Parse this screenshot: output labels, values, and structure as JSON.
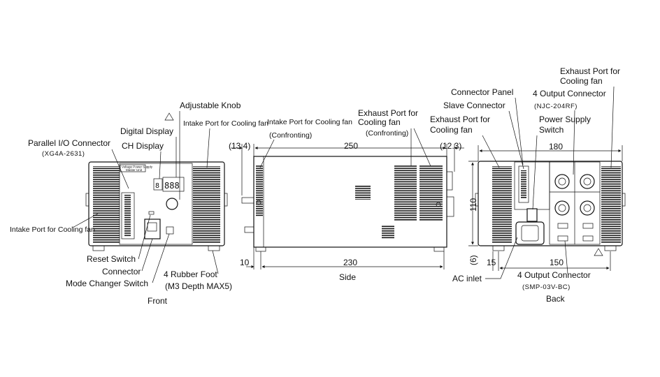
{
  "front": {
    "title": "Front",
    "parallel_io_connector": "Parallel I/O Connector",
    "parallel_io_part": "(XG4A-2631)",
    "digital_display": "Digital Display",
    "ch_display": "CH Display",
    "adjustable_knob": "Adjustable Knob",
    "intake_port_top": "Intake Port for Cooling fan",
    "intake_port_left": "Intake Port for Cooling fan",
    "reset_switch": "Reset Switch",
    "connector": "Connector",
    "mode_changer_switch": "Mode Changer Switch",
    "rubber_foot": "4 Rubber Foot",
    "rubber_foot_note": "(M3 Depth MAX5)",
    "panel_brand_1": "Voltage Power Supply",
    "panel_brand_2": "Master Unit"
  },
  "side": {
    "title": "Side",
    "intake_port": "Intake Port for Cooling fan",
    "intake_confronting": "(Confronting)",
    "exhaust_port_1": "Exhaust Port for",
    "exhaust_port_2": "Cooling fan",
    "exhaust_confronting": "(Confronting)",
    "dim_left_ext": "(13.4)",
    "dim_length": "250",
    "dim_right_ext": "(12.3)",
    "dim_body": "230",
    "dim_foot": "10"
  },
  "back": {
    "title": "Back",
    "connector_panel": "Connector Panel",
    "slave_connector": "Slave Connector",
    "exhaust_port_left_1": "Exhaust Port for",
    "exhaust_port_left_2": "Cooling fan",
    "exhaust_port_right_1": "Exhaust Port for",
    "exhaust_port_right_2": "Cooling fan",
    "output_connector_top": "4 Output Connector",
    "output_connector_top_part": "(NJC-204RF)",
    "power_supply_switch_1": "Power Supply",
    "power_supply_switch_2": "Switch",
    "ac_inlet": "AC inlet",
    "output_connector_bottom": "4 Output Connector",
    "output_connector_bottom_part": "(SMP-03V-BC)",
    "dim_width": "180",
    "dim_height": "110",
    "dim_foot_height": "(6)",
    "dim_foot_inset": "15",
    "dim_foot_span": "150"
  }
}
